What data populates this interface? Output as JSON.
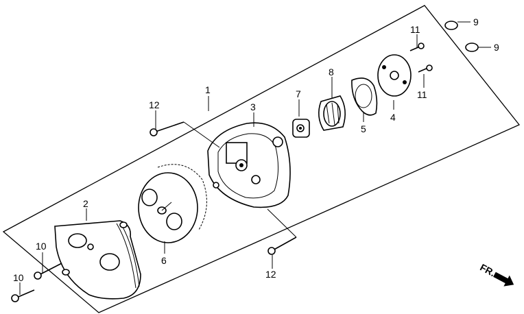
{
  "callouts": [
    {
      "id": "c1",
      "text": "1"
    },
    {
      "id": "c2",
      "text": "2"
    },
    {
      "id": "c3",
      "text": "3"
    },
    {
      "id": "c4",
      "text": "4"
    },
    {
      "id": "c5",
      "text": "5"
    },
    {
      "id": "c6",
      "text": "6"
    },
    {
      "id": "c7",
      "text": "7"
    },
    {
      "id": "c8",
      "text": "8"
    },
    {
      "id": "c9a",
      "text": "9"
    },
    {
      "id": "c9b",
      "text": "9"
    },
    {
      "id": "c10a",
      "text": "10"
    },
    {
      "id": "c10b",
      "text": "10"
    },
    {
      "id": "c11a",
      "text": "11"
    },
    {
      "id": "c11b",
      "text": "11"
    },
    {
      "id": "c12a",
      "text": "12"
    },
    {
      "id": "c12b",
      "text": "12"
    }
  ],
  "direction_marker": {
    "text": "FR."
  }
}
